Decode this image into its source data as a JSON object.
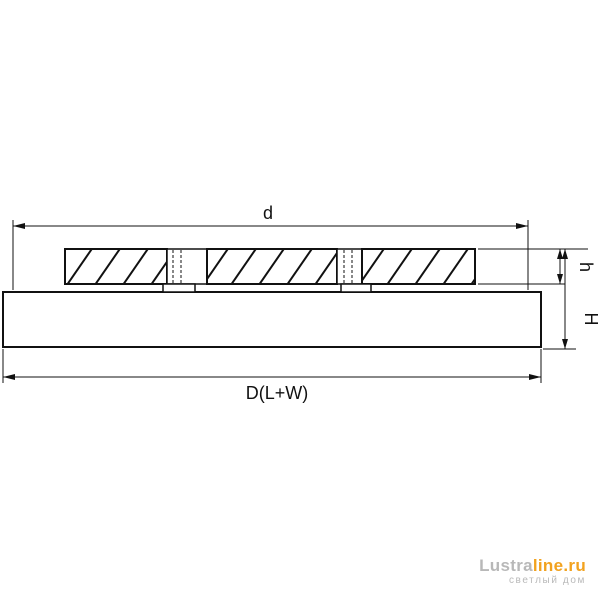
{
  "dimensions": {
    "d": "d",
    "h": "h",
    "H": "H",
    "D": "D(L+W)"
  },
  "brand": {
    "name_part1": "Lustra",
    "name_part2": "line.ru",
    "tagline": "светлый дом"
  },
  "colors": {
    "line": "#111111",
    "brand_gray": "#b8b8b8",
    "brand_orange": "#f2a21e"
  }
}
